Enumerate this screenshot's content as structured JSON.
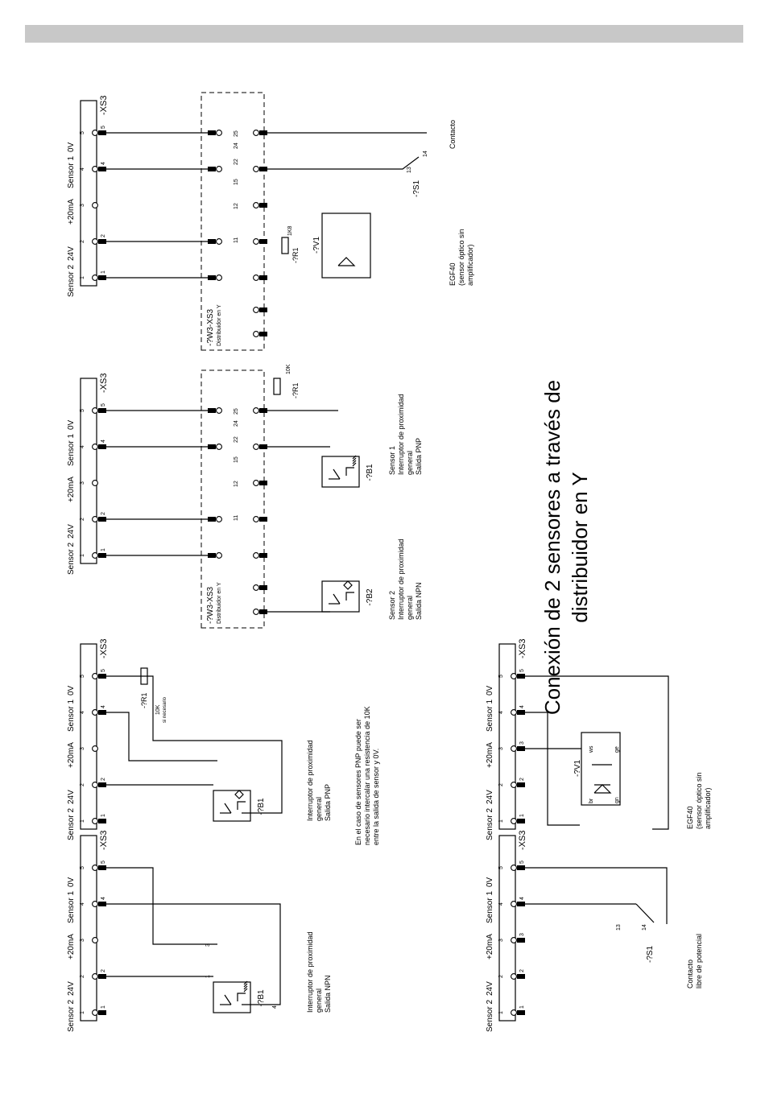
{
  "header_bar_color": "#c8c8c8",
  "title": "Conexión de 2 sensores a través de distribuidor en Y",
  "title_lines": [
    "Conexión de 2 sensores a través de",
    "distribuidor en Y"
  ],
  "terminal": {
    "name": "-XS3",
    "pins": [
      "1",
      "2",
      "3",
      "4",
      "5"
    ],
    "labels": [
      "Sensor 2",
      "24V",
      "+20mA",
      "Sensor 1",
      "0V"
    ]
  },
  "splitter": {
    "name": "-?W3-XS3",
    "subtitle": "Distribuidor en Y",
    "nums": [
      "11",
      "12",
      "15",
      "22",
      "24",
      "25"
    ]
  },
  "devices": {
    "b1": "-?B1",
    "b2": "-?B2",
    "r1": "-?R1",
    "v1": "-?V1",
    "s1": "-?S1",
    "r_10k": "10K",
    "r_1k8": "1K8",
    "r_note": "si necesario",
    "s_13": "13",
    "s_14": "14",
    "ws": "ws",
    "ge": "ge",
    "br": "br",
    "gn": "gn"
  },
  "captions": {
    "npn": [
      "Interruptor de proximidad",
      "general",
      "Salida NPN"
    ],
    "pnp": [
      "Interruptor de proximidad",
      "general",
      "Salida PNP"
    ],
    "note": [
      "En el caso de sensores PNP puede ser",
      "necesario intercalar una resistencia de 10K",
      "entre la salida de sensor y 0V."
    ],
    "contact_free": [
      "Contacto",
      "libre de potencial"
    ],
    "egf40": [
      "EGF40",
      "(sensor óptico sin",
      "amplificador)"
    ],
    "sensor1": [
      "Sensor 1",
      "Interruptor de proximidad",
      "general",
      "Salida PNP"
    ],
    "sensor2": [
      "Sensor 2",
      "Interruptor de proximidad",
      "general",
      "Salida NPN"
    ],
    "contact": "Contacto"
  }
}
